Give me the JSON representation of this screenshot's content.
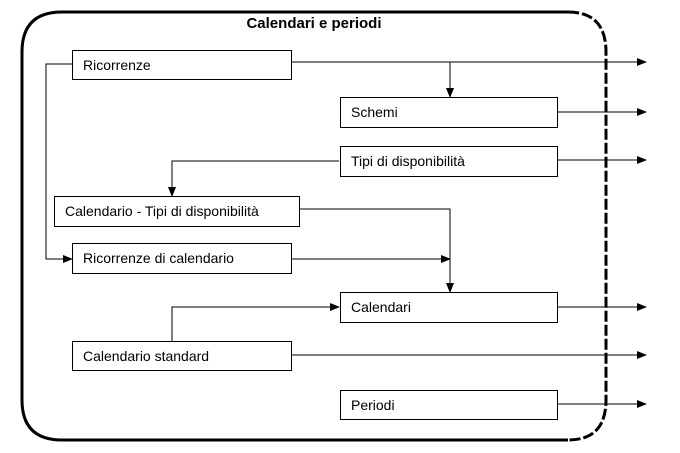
{
  "diagram": {
    "title": "Calendari e periodi",
    "nodes": {
      "ricorrenze": "Ricorrenze",
      "schemi": "Schemi",
      "tipi_disponibilita": "Tipi di disponibilità",
      "calendario_tipi": "Calendario - Tipi di disponibilità",
      "ricorrenze_calendario": "Ricorrenze di calendario",
      "calendari": "Calendari",
      "calendario_standard": "Calendario standard",
      "periodi": "Periodi"
    }
  }
}
